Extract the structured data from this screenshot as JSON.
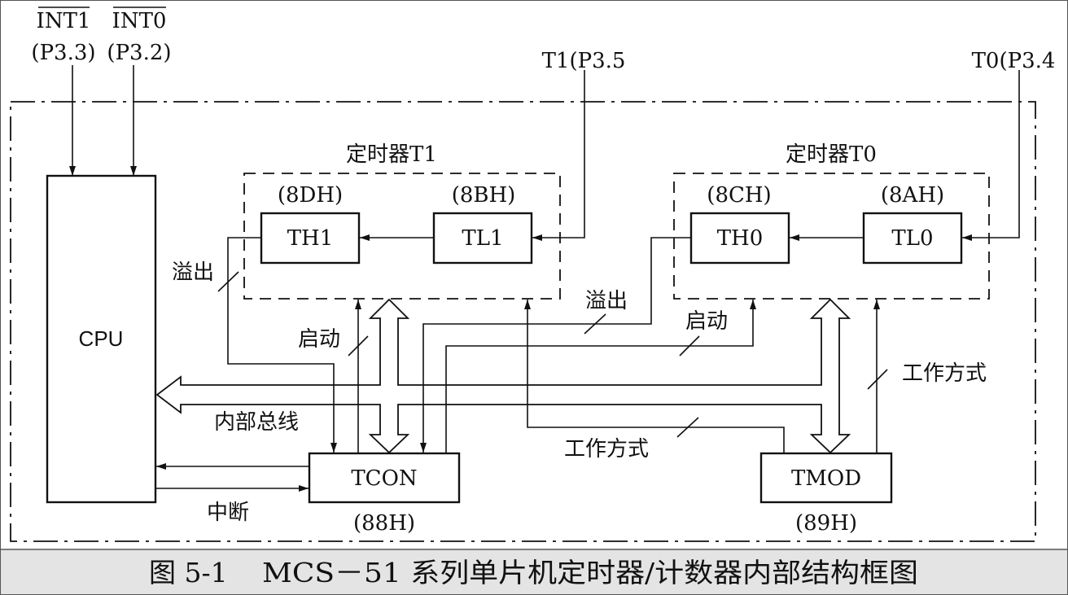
{
  "pins": {
    "int1_name": "INT1",
    "int1_pin": "(P3.3)",
    "int0_name": "INT0",
    "int0_pin": "(P3.2)",
    "t1_pin": "T1(P3.5",
    "t0_pin": "T0(P3.4"
  },
  "cpu": {
    "label": "CPU"
  },
  "timer1": {
    "title": "定时器T1",
    "th_addr": "(8DH)",
    "tl_addr": "(8BH)",
    "th": "TH1",
    "tl": "TL1"
  },
  "timer0": {
    "title": "定时器T0",
    "th_addr": "(8CH)",
    "tl_addr": "(8AH)",
    "th": "TH0",
    "tl": "TL0"
  },
  "tcon": {
    "label": "TCON",
    "addr": "(88H)"
  },
  "tmod": {
    "label": "TMOD",
    "addr": "(89H)"
  },
  "signals": {
    "t1_overflow": "溢出",
    "t1_start": "启动",
    "t0_overflow": "溢出",
    "t0_start": "启动",
    "t0_mode": "工作方式",
    "t1_mode": "工作方式",
    "internal_bus": "内部总线",
    "interrupt": "中断"
  },
  "caption": {
    "figure": "图 5-1",
    "text": "MCS－51 系列单片机定时器/计数器内部结构框图"
  }
}
